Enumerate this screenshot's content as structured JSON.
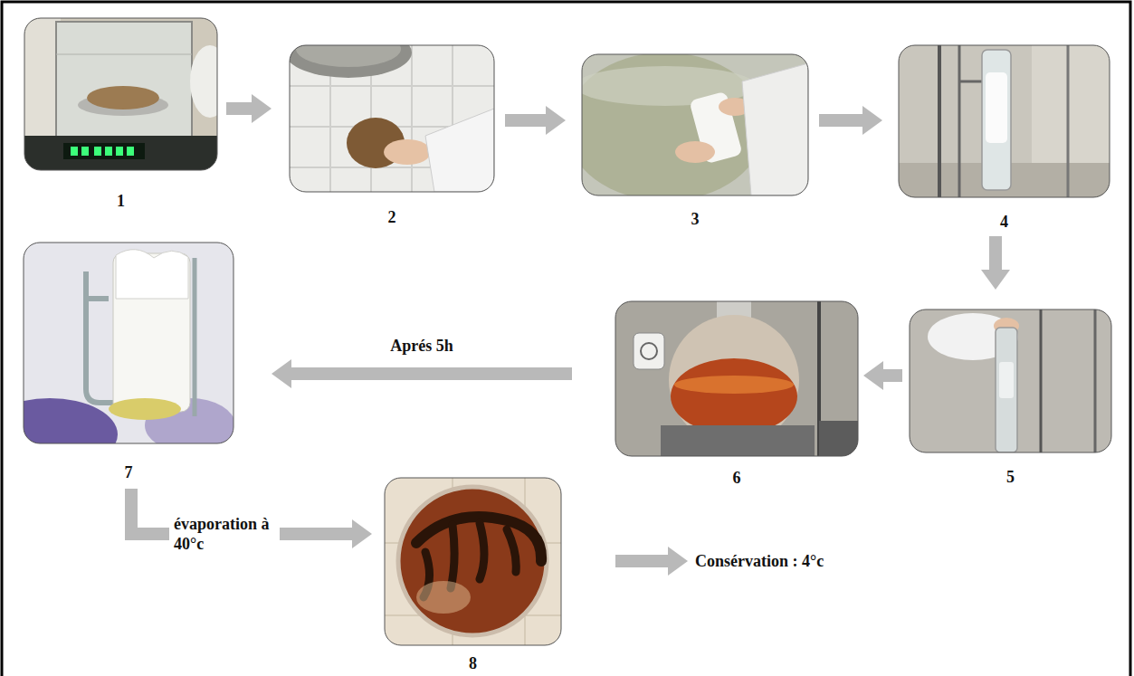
{
  "diagram": {
    "nodes": [
      {
        "text": [
          "1"
        ]
      },
      {
        "text": [
          "2"
        ]
      },
      {
        "text": [
          "3"
        ]
      },
      {
        "text": [
          "4"
        ]
      },
      {
        "text": [
          "5"
        ]
      },
      {
        "text": [
          "6"
        ]
      },
      {
        "text": [
          "7"
        ]
      },
      {
        "text": [
          "8"
        ]
      }
    ],
    "edges": [
      {
        "from": 0,
        "to": 1,
        "arrow": "to"
      },
      {
        "from": 1,
        "to": 2,
        "arrow": "to"
      },
      {
        "from": 2,
        "to": 3,
        "arrow": "to"
      },
      {
        "from": 3,
        "to": 4,
        "arrow": "to"
      },
      {
        "from": 4,
        "to": 5,
        "arrow": "to"
      },
      {
        "from": 5,
        "to": 6,
        "label": "Aprés 5h",
        "arrow": "to"
      },
      {
        "from": 6,
        "to": 7,
        "label": "évaporation à 40°c",
        "arrow": "to"
      }
    ],
    "labels": [
      "Consérvation : 4°c"
    ]
  }
}
